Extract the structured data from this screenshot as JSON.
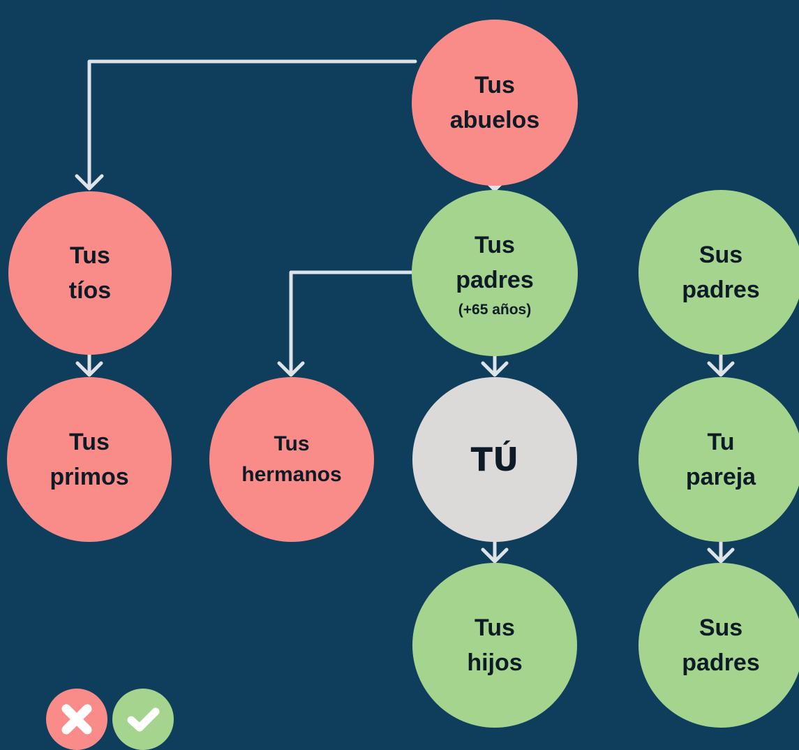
{
  "colors": {
    "background": "#0f3d5c",
    "red": "#f98c89",
    "green": "#a5d48e",
    "gray": "#dcdad9",
    "connector": "#dde3e6"
  },
  "nodes": {
    "abuelos": {
      "line1": "Tus",
      "line2": "abuelos",
      "color": "red"
    },
    "tios": {
      "line1": "Tus",
      "line2": "tíos",
      "color": "red"
    },
    "primos": {
      "line1": "Tus",
      "line2": "primos",
      "color": "red"
    },
    "hermanos": {
      "line1": "Tus",
      "line2": "hermanos",
      "color": "red"
    },
    "padres": {
      "line1": "Tus",
      "line2": "padres",
      "note": "(+65 años)",
      "color": "green"
    },
    "tu": {
      "label": "TÚ",
      "color": "gray"
    },
    "hijos": {
      "line1": "Tus",
      "line2": "hijos",
      "color": "green"
    },
    "sus_padres_top": {
      "line1": "Sus",
      "line2": "padres",
      "color": "green"
    },
    "pareja": {
      "line1": "Tu",
      "line2": "pareja",
      "color": "green"
    },
    "sus_padres_bottom": {
      "line1": "Sus",
      "line2": "padres",
      "color": "green"
    }
  },
  "legend": {
    "cross_icon": "cross-icon",
    "check_icon": "check-icon"
  }
}
